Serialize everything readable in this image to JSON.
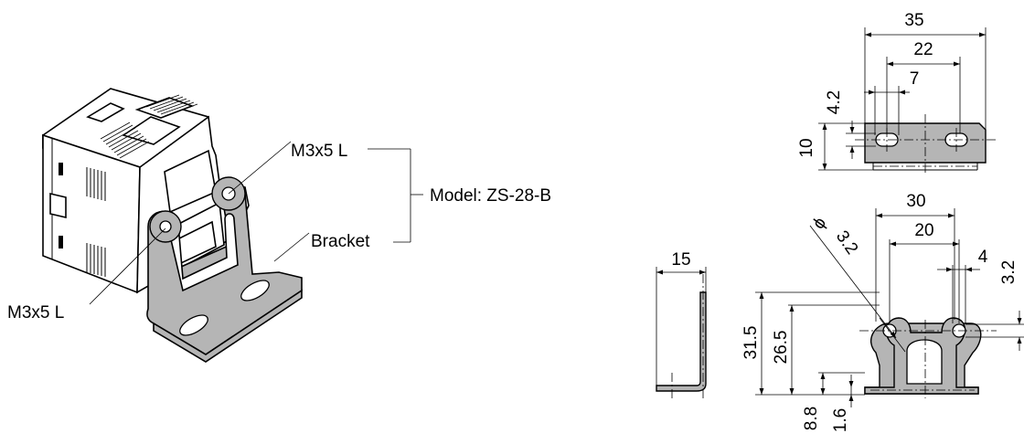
{
  "callouts": {
    "screw_top": "M3x5 L",
    "screw_left": "M3x5 L",
    "bracket": "Bracket",
    "model": "Model: ZS-28-B"
  },
  "dimensions": {
    "top_view": [
      "35",
      "22",
      "7",
      "4.2",
      "10"
    ],
    "side_view": [
      "15"
    ],
    "front_view": [
      "30",
      "20",
      "4",
      "3.2",
      "31.5",
      "26.5",
      "8.8",
      "1.6"
    ],
    "hole_dia_a": "ϕ",
    "hole_dia_b": "3.2"
  }
}
